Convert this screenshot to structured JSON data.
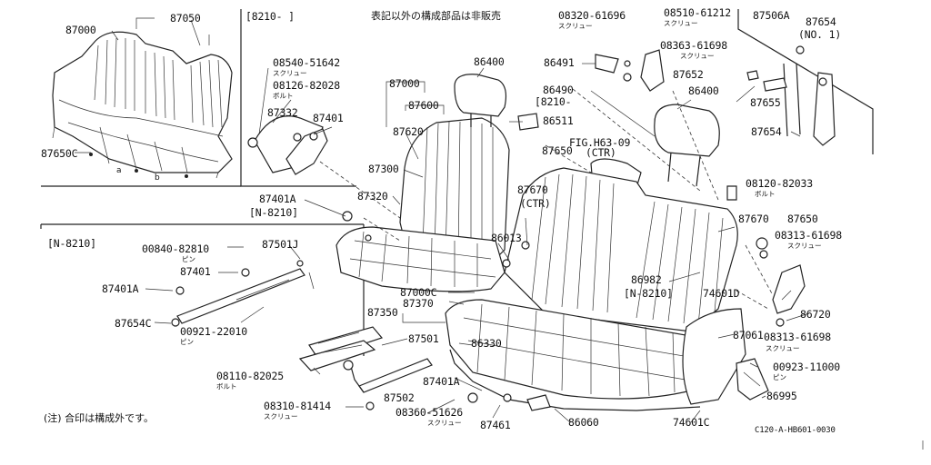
{
  "header": {
    "note_jp": "表記以外の構成部品は非販売",
    "footnote": "(注) 合印は構成外です。",
    "figure_code": "C120-A-HB601-0030"
  },
  "boxes": {
    "upper_applicability": "[8210-    ]",
    "lower_applicability": "[N-8210]"
  },
  "parts": {
    "p87000_top": "87000",
    "p87050": "87050",
    "p87650C": "87650C",
    "p08540": "08540-51642",
    "p08540_sub": "スクリュー",
    "p08126": "08126-82028",
    "p08126_sub": "ボルト",
    "p87332": "87332",
    "p87401_up": "87401",
    "p87000_mid": "87000",
    "p87600": "87600",
    "p87620": "87620",
    "p87300": "87300",
    "p87320": "87320",
    "p87401A_mid": "87401A",
    "p87401A_mid_sub": "[N-8210]",
    "p86400_left": "86400",
    "p08320": "08320-61696",
    "p08320_sub": "スクリュー",
    "p08510": "08510-61212",
    "p08510_sub": "スクリュー",
    "p87506A": "87506A",
    "p87654_top": "87654",
    "p87654_top_sub": "(NO. 1)",
    "p86491": "86491",
    "p08363": "08363-61698",
    "p08363_sub": "スクリュー",
    "p86490": "86490",
    "p86490_sub": "[8210-",
    "p87652": "87652",
    "p86400_right": "86400",
    "p87655": "87655",
    "p86511": "86511",
    "p87654_right": "87654",
    "fig_ref": "FIG.H63-09",
    "p87650_ctr": "87650",
    "p87650_ctr_sub": "(CTR)",
    "p87670_ctr": "87670",
    "p87670_ctr_sub": "(CTR)",
    "p08120": "08120-82033",
    "p08120_sub": "ボルト",
    "p87670_right": "87670",
    "p87650_right": "87650",
    "p08313_top": "08313-61698",
    "p08313_top_sub": "スクリュー",
    "p86013": "86013",
    "p86982": "86982",
    "p86982_sub": "[N-8210]",
    "p74601D": "74601D",
    "p86720": "86720",
    "p87000C": "87000C",
    "p87370": "87370",
    "p87350": "87350",
    "p87061": "87061",
    "p08313_bot": "08313-61698",
    "p08313_bot_sub": "スクリュー",
    "p87501": "87501",
    "p86330": "86330",
    "p00923": "00923-11000",
    "p00923_sub": "ピン",
    "p86995": "86995",
    "p87401A_bot": "87401A",
    "p87502": "87502",
    "p87461": "87461",
    "p86060": "86060",
    "p74601C": "74601C",
    "p08360": "08360-51626",
    "p08360_sub": "スクリュー",
    "p08310": "08310-81414",
    "p08310_sub": "スクリュー",
    "p08110": "08110-82025",
    "p08110_sub": "ボルト",
    "p00840": "00840-82810",
    "p00840_sub": "ピン",
    "p87501J": "87501J",
    "p87401_low": "87401",
    "p87401A_low": "87401A",
    "p87654C": "87654C",
    "p00921": "00921-22010",
    "p00921_sub": "ピン"
  },
  "marks": {
    "mark_a": "a",
    "mark_b": "b"
  }
}
